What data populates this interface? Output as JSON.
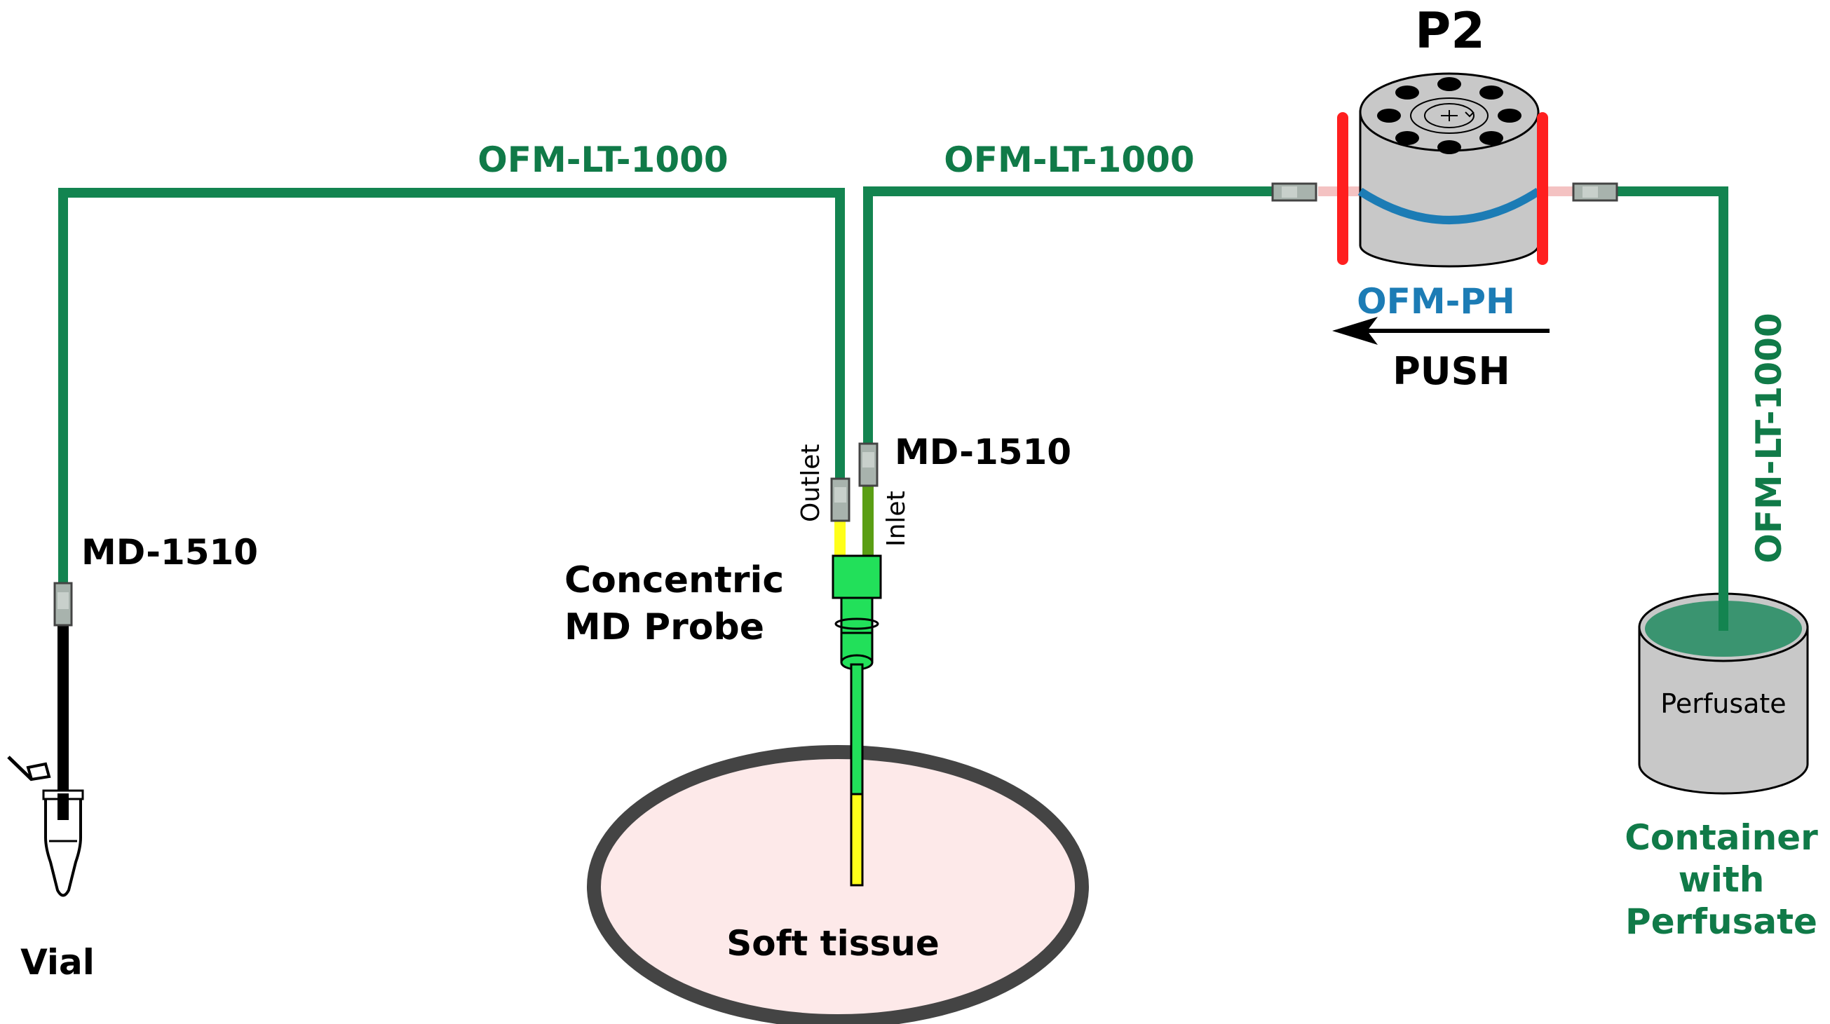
{
  "labels": {
    "pump_name": "P2",
    "tube_top_left": "OFM-LT-1000",
    "tube_top_middle": "OFM-LT-1000",
    "tube_right_vertical": "OFM-LT-1000",
    "pump_head": "OFM-PH",
    "direction": "PUSH",
    "md_left": "MD-1510",
    "md_probe": "MD-1510",
    "outlet": "Outlet",
    "inlet": "Inlet",
    "probe_line1": "Concentric",
    "probe_line2": "MD Probe",
    "vial": "Vial",
    "tissue": "Soft tissue",
    "perfusate": "Perfusate",
    "container_line1": "Container",
    "container_line2": "with",
    "container_line3": "Perfusate"
  },
  "colors": {
    "tubing_green": "#138450",
    "label_green": "#107a48",
    "pump_head_blue": "#1c7cb5",
    "clamp_red": "#ff1f1f",
    "probe_green": "#22e05a",
    "yellow": "#ffff1a",
    "tissue_fill": "#fde9e9",
    "tissue_border": "#444444",
    "container_gray": "#c8c8c8",
    "liquid_green": "#3a9470"
  },
  "icons": {
    "arrow": "left-arrow-icon",
    "rotation": "rotation-plus-icon"
  }
}
